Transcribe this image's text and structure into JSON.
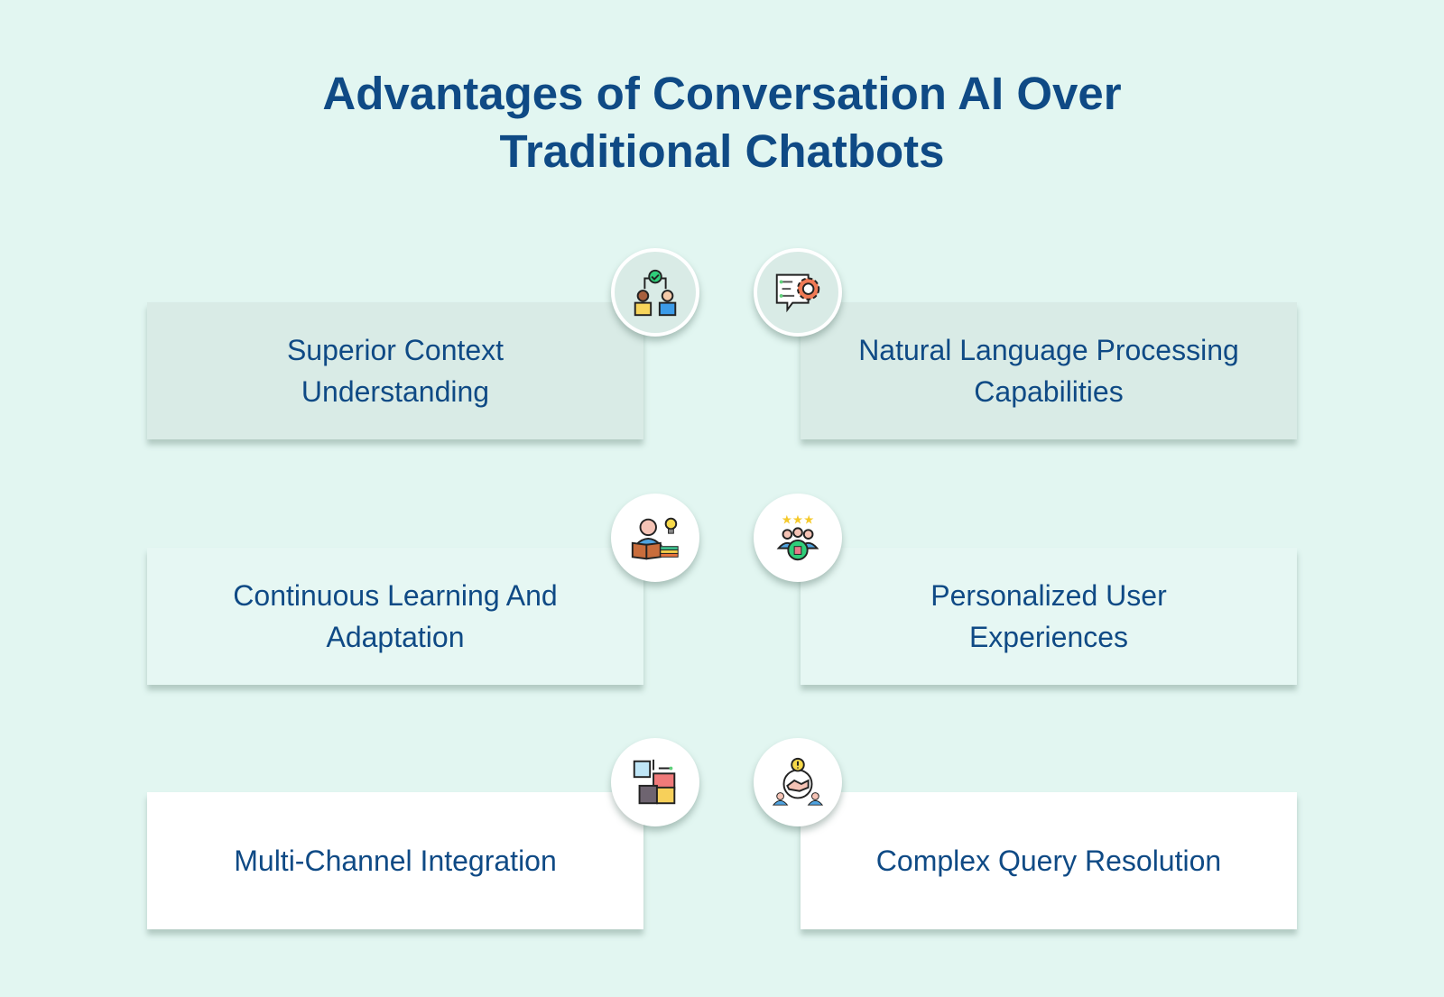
{
  "title": {
    "line1": "Advantages of Conversation AI Over",
    "line2": "Traditional Chatbots"
  },
  "items": [
    {
      "label_line1": "Superior Context",
      "label_line2": "Understanding",
      "icon": "people-connected-check-icon"
    },
    {
      "label_line1": "Natural Language Processing",
      "label_line2": "Capabilities",
      "icon": "chat-gear-icon"
    },
    {
      "label_line1": "Continuous Learning And",
      "label_line2": "Adaptation",
      "icon": "reader-lightbulb-icon"
    },
    {
      "label_line1": "Personalized User",
      "label_line2": "Experiences",
      "icon": "users-stars-thumbsup-icon"
    },
    {
      "label_line1": "Multi-Channel Integration",
      "label_line2": "",
      "icon": "puzzle-icon"
    },
    {
      "label_line1": "Complex Query Resolution",
      "label_line2": "",
      "icon": "handshake-alert-icon"
    }
  ],
  "colors": {
    "background": "#e2f6f1",
    "title": "#0f4a85",
    "row1": "#d9ebe6",
    "row2": "#e6f7f3",
    "row3": "#ffffff"
  }
}
